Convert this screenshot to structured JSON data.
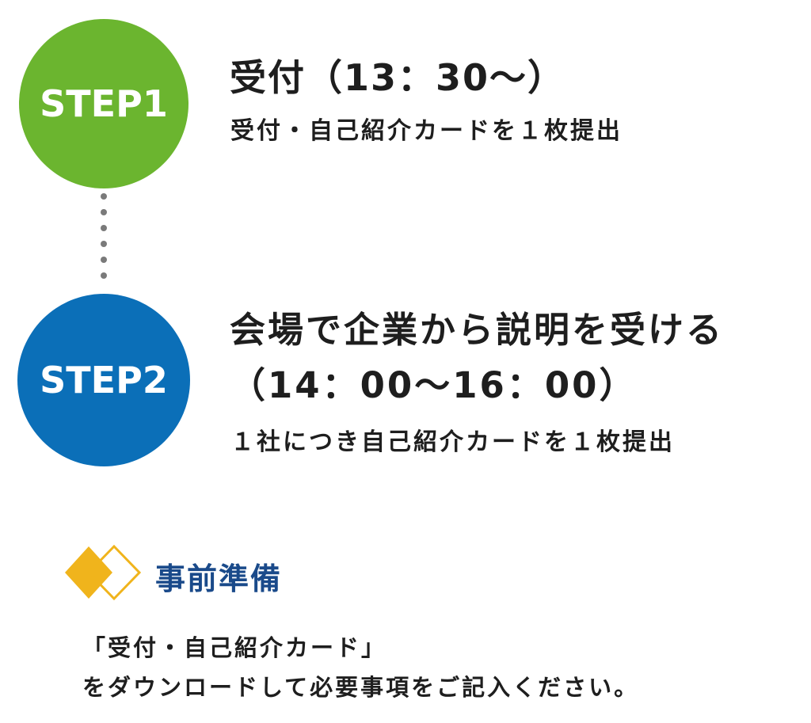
{
  "colors": {
    "step1_circle": "#6bb52f",
    "step2_circle": "#0b6fb8",
    "connector_dots": "#7a7a7a",
    "diamond_fill": "#f0b41c",
    "diamond_outline": "#f0b41c",
    "heading_blue": "#1a4a8a"
  },
  "step1": {
    "badge": "STEP1",
    "title": "受付（13：30～）",
    "subtitle": "受付・自己紹介カードを１枚提出"
  },
  "step2": {
    "badge": "STEP2",
    "title_line1": "会場で企業から説明を受ける",
    "title_line2": "（14：00～16：00）",
    "subtitle": "１社につき自己紹介カードを１枚提出"
  },
  "preparation": {
    "icon": "double-diamond-icon",
    "heading": "事前準備",
    "line1": "「受付・自己紹介カード」",
    "line2": "をダウンロードして必要事項をご記入ください。"
  }
}
